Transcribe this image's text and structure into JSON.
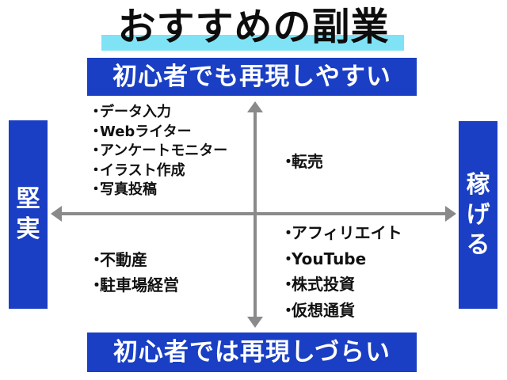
{
  "title": "おすすめの副業",
  "axes": {
    "top_label": "初心者でも再現しやすい",
    "bottom_label": "初心者では再現しづらい",
    "left_label": [
      "堅",
      "実"
    ],
    "right_label": [
      "稼",
      "げ",
      "る"
    ]
  },
  "bullet": "・",
  "quadrants": {
    "top_left": [
      "データ入力",
      "Webライター",
      "アンケートモニター",
      "イラスト作成",
      "写真投稿"
    ],
    "top_right": [
      "転売"
    ],
    "bottom_left": [
      "不動産",
      "駐車場経営"
    ],
    "bottom_right": [
      "アフィリエイト",
      "YouTube",
      "株式投資",
      "仮想通貨"
    ]
  },
  "colors": {
    "banner_blue": "#1a3fc4",
    "title_highlight": "#7fe3f5",
    "axis_gray": "#8a8a8a",
    "text": "#111111"
  }
}
